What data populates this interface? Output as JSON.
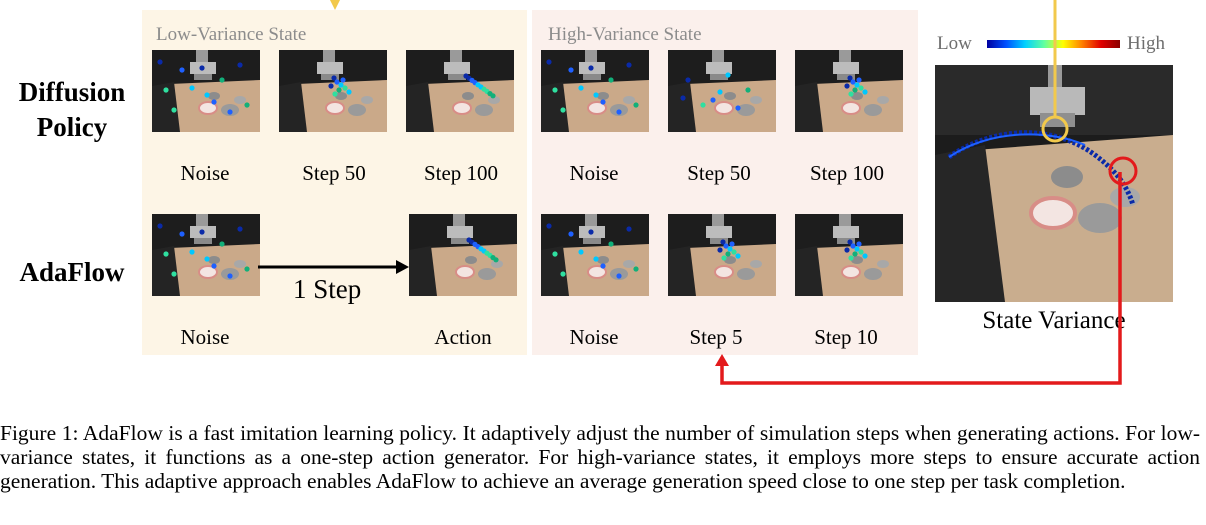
{
  "figure": {
    "panels": {
      "low": {
        "title": "Low-Variance State"
      },
      "high": {
        "title": "High-Variance State"
      }
    },
    "rows": {
      "diffusion": {
        "label_line1": "Diffusion",
        "label_line2": "Policy"
      },
      "adaflow": {
        "label": "AdaFlow"
      }
    },
    "low_panel": {
      "diffusion_captions": [
        "Noise",
        "Step 50",
        "Step 100"
      ],
      "adaflow_captions": [
        "Noise",
        "Action"
      ],
      "arrow_label": "1 Step"
    },
    "high_panel": {
      "diffusion_captions": [
        "Noise",
        "Step 50",
        "Step 100"
      ],
      "adaflow_captions": [
        "Noise",
        "Step 5",
        "Step 10"
      ]
    },
    "variance": {
      "legend_low": "Low",
      "legend_high": "High",
      "title": "State Variance"
    },
    "colors": {
      "panel_low_bg": "#fdf5e6",
      "panel_high_bg": "#fbf0ec",
      "highlight_yellow": "#f2c94c",
      "highlight_red": "#e31a1c"
    }
  },
  "caption": {
    "text": "Figure 1: AdaFlow is a fast imitation learning policy. It adaptively adjust the number of simulation steps when generating actions. For low-variance states, it functions as a one-step action generator. For high-variance states, it employs more steps to ensure accurate action generation. This adaptive approach enables AdaFlow to achieve an average generation speed close to one step per task completion."
  }
}
